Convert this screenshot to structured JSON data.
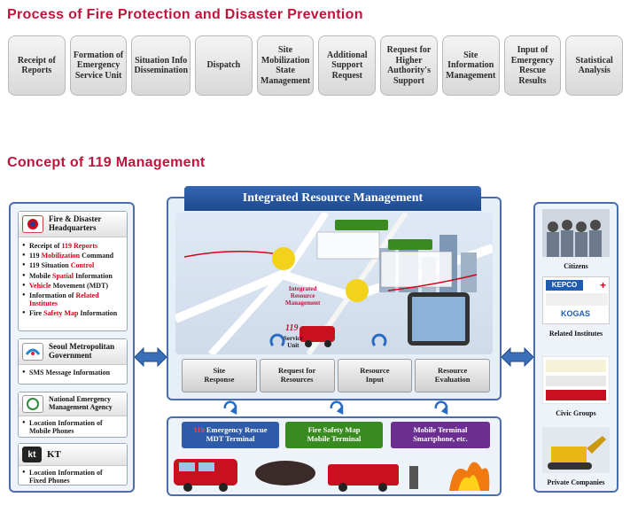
{
  "headings": {
    "process": "Process of Fire Protection and Disaster Prevention",
    "concept": "Concept of 119 Management"
  },
  "process_steps": [
    "Receipt of\nReports",
    "Formation of\nEmergency\nService Unit",
    "Situation Info\nDissemination",
    "Dispatch",
    "Site\nMobilization\nState\nManagement",
    "Additional\nSupport\nRequest",
    "Request for\nHigher\nAuthority's\nSupport",
    "Site\nInformation\nManagement",
    "Input of\nEmergency\nRescue\nResults",
    "Statistical\nAnalysis"
  ],
  "left_panel": {
    "hq": {
      "title": "Fire & Disaster\nHeadquarters",
      "items": [
        {
          "pre": "Receipt of ",
          "hl": "119 Reports",
          "post": ""
        },
        {
          "pre": "119 ",
          "hl": "Mobilization",
          "post": " Command"
        },
        {
          "pre": "119 Situation ",
          "hl": "Control",
          "post": ""
        },
        {
          "pre": "Mobile ",
          "hl": "Spatial",
          "post": " Information"
        },
        {
          "pre": "",
          "hl": "Vehicle",
          "post": " Movement (MDT)"
        },
        {
          "pre": "Information of ",
          "hl": "Related Institutes",
          "post": ""
        },
        {
          "pre": "Fire ",
          "hl": "Safety Map",
          "post": " Information"
        }
      ]
    },
    "seoul": {
      "title": "Seoul Metropolitan\nGovernment",
      "item": "SMS Message Information"
    },
    "nema": {
      "title": "National Emergency\nManagement Agency",
      "item": "Location Information of\nMobile Phones"
    },
    "kt": {
      "title": "KT",
      "item": "Location Information of\nFixed Phones",
      "logo": "kt"
    }
  },
  "center": {
    "title": "Integrated Resource Management",
    "functions": [
      "Site\nResponse",
      "Request for\nResources",
      "Resource\nInput",
      "Resource\nEvaluation"
    ],
    "service_unit_num": "119",
    "service_unit_label": "Service\nUnit",
    "irm_label": "Integrated\nResource\nManagement"
  },
  "terminals": [
    {
      "num": "119",
      "text": " Emergency Rescue\nMDT Terminal",
      "color": "#2f5aa8"
    },
    {
      "num": "",
      "text": "Fire Safety Map\nMobile Terminal",
      "color": "#3a8a22"
    },
    {
      "num": "",
      "text": "Mobile Terminal\nSmartphone, etc.",
      "color": "#6a2f8f"
    }
  ],
  "right_panel": {
    "citizens": "Citizens",
    "related": "Related Institutes",
    "civic": "Civic Groups",
    "private": "Private Companies",
    "logos": [
      "KEPCO",
      "KOGAS"
    ]
  },
  "colors": {
    "accent": "#c0143c",
    "panel_border": "#4a6fa8",
    "title_bar": "#1e4a8c"
  }
}
